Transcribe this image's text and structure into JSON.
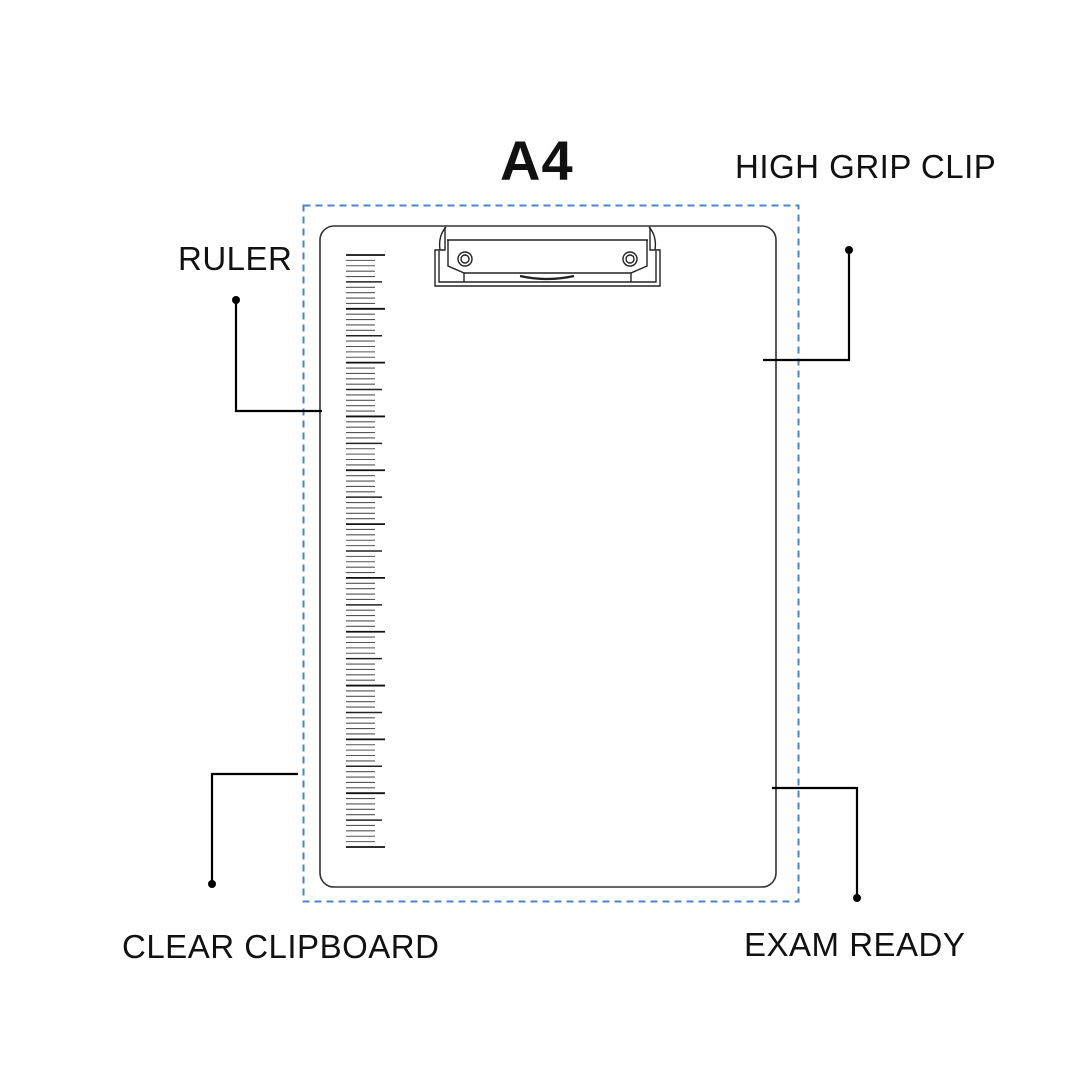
{
  "title": "A4",
  "callouts": {
    "ruler": "RULER",
    "high_grip_clip": "HIGH GRIP CLIP",
    "clear_clipboard": "CLEAR CLIPBOARD",
    "exam_ready": "EXAM READY"
  },
  "colors": {
    "outline": "#222222",
    "dashed_border": "#4a86c8",
    "leader_line": "#000000",
    "background": "#ffffff"
  },
  "ruler": {
    "tick_count": 111,
    "major_every": 10,
    "medium_every": 5
  }
}
